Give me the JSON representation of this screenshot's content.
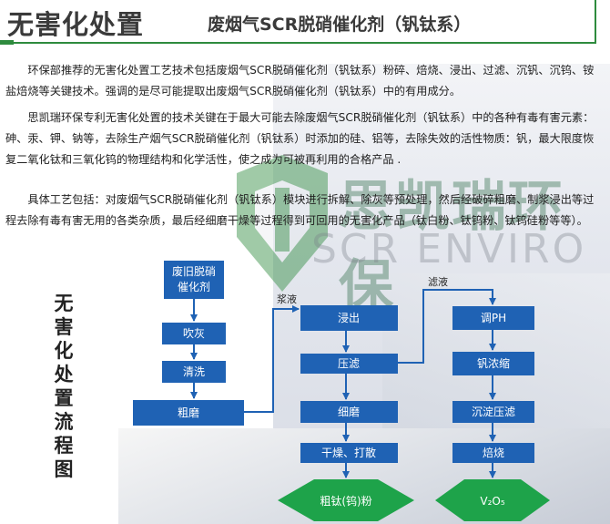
{
  "header": {
    "title": "无害化处置",
    "subtitle": "废烟气SCR脱硝催化剂（钒钛系）"
  },
  "paragraphs": [
    "环保部推荐的无害化处置工艺技术包括废烟气SCR脱硝催化剂（钒钛系）粉碎、焙烧、浸出、过滤、沉钒、沉钨、铵盐焙烧等关键技术。强调的是尽可能提取出废烟气SCR脱硝催化剂（钒钛系）中的有用成分。",
    "思凯瑞环保专利无害化处置的技术关键在于最大可能去除废烟气SCR脱硝催化剂（钒钛系）中的各种有毒有害元素：砷、汞、钾、钠等，去除生产烟气SCR脱硝催化剂（钒钛系）时添加的硅、铝等，去除失效的活性物质：钒，最大限度恢复二氧化钛和三氧化钨的物理结构和化学活性，使之成为可被再利用的合格产品 .",
    "具体工艺包括：对废烟气SCR脱硝催化剂（钒钛系）模块进行拆解、除灰等预处理，然后经破碎粗磨、制浆浸出等过程去除有毒有害无用的各类杂质，最后经细磨干燥等过程得到可回用的无害化产品（钛白粉、钛钨粉、钛钨硅粉等等）。"
  ],
  "side_label": "无害化处置流程图",
  "watermark": {
    "logo": "思凯瑞环保",
    "text": "SCR ENVIRO"
  },
  "flow": {
    "start": [
      "废旧脱硝",
      "催化剂"
    ],
    "col1": [
      "吹灰",
      "清洗",
      "粗磨"
    ],
    "col2": [
      "浸出",
      "压滤",
      "细磨",
      "干燥、打散"
    ],
    "col3": [
      "调PH",
      "钒浓缩",
      "沉淀压滤",
      "焙烧"
    ],
    "outputs": [
      "粗钛(钨)粉",
      "V₂O₅"
    ],
    "edge_labels": {
      "slurry": "浆液",
      "filtrate": "滤液"
    }
  },
  "colors": {
    "accent": "#2e8b3e",
    "box": "#1f62b4",
    "output": "#1ea34a"
  }
}
